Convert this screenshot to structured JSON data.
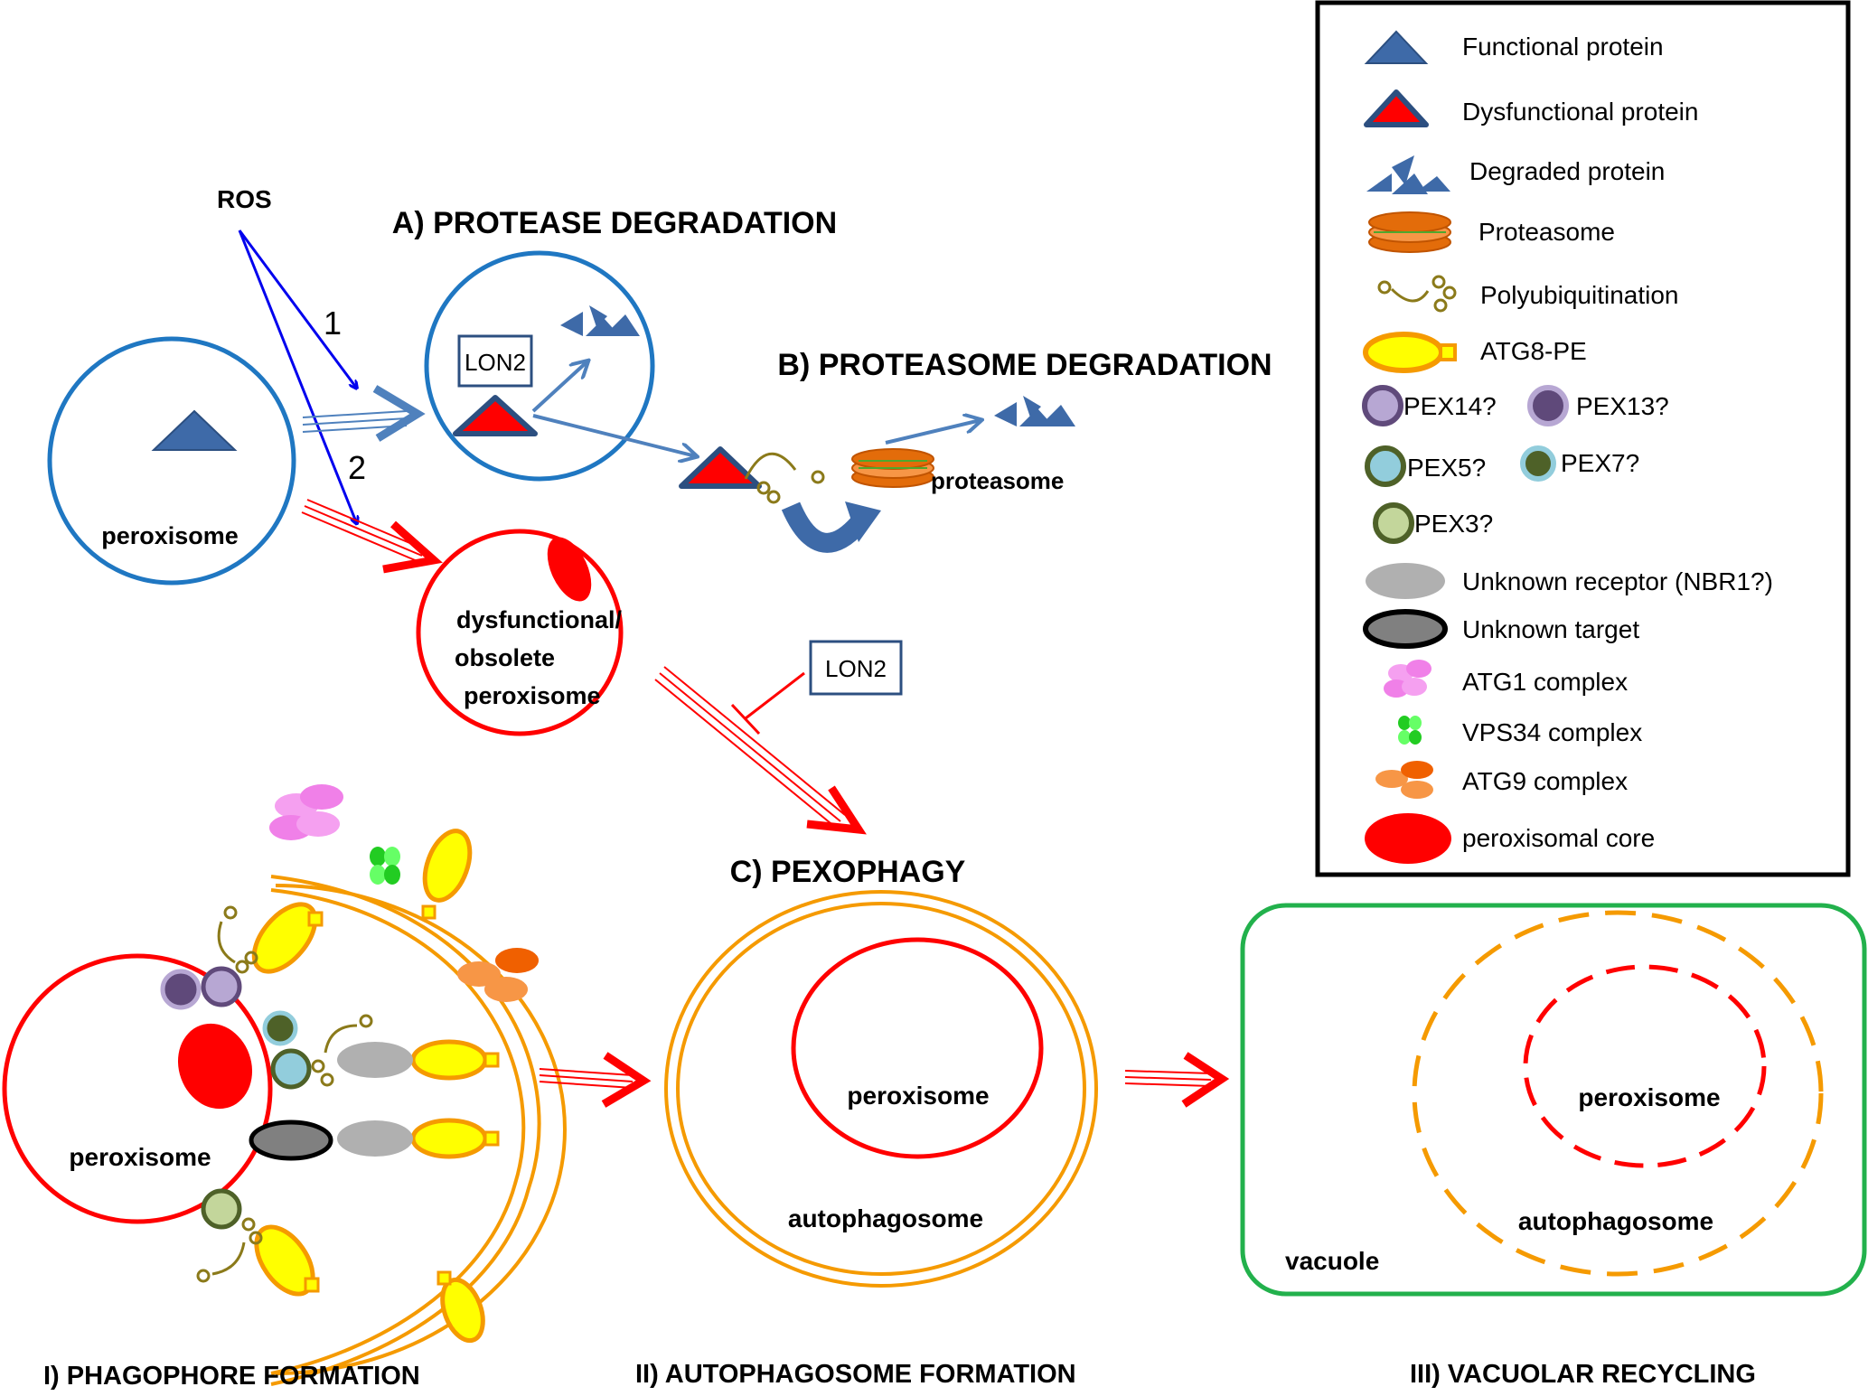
{
  "texts": {
    "ros": "ROS",
    "label_1": "1",
    "label_2": "2",
    "title_a": "A) PROTEASE DEGRADATION",
    "title_b": "B) PROTEASOME DEGRADATION",
    "title_c": "C) PEXOPHAGY",
    "lon2": "LON2",
    "peroxisome": "peroxisome",
    "dysfunctional_line1": "dysfunctional/",
    "dysfunctional_line2": "obsolete",
    "dysfunctional_line3": "peroxisome",
    "proteasome": "proteasome",
    "autophagosome": "autophagosome",
    "vacuole": "vacuole",
    "stage1": "I) PHAGOPHORE FORMATION",
    "stage2": "II) AUTOPHAGOSOME FORMATION",
    "stage3": "III) VACUOLAR RECYCLING"
  },
  "legend": [
    {
      "icon": "functional-protein-icon",
      "label": "Functional  protein"
    },
    {
      "icon": "dysfunctional-protein-icon",
      "label": "Dysfunctional protein"
    },
    {
      "icon": "degraded-protein-icon",
      "label": "Degraded protein"
    },
    {
      "icon": "proteasome-icon",
      "label": "Proteasome"
    },
    {
      "icon": "polyubiquitination-icon",
      "label": "Polyubiquitination"
    },
    {
      "icon": "atg8-pe-icon",
      "label": "ATG8-PE"
    },
    {
      "icon": "pex14-icon",
      "label": "PEX14?"
    },
    {
      "icon": "pex13-icon",
      "label": "PEX13?"
    },
    {
      "icon": "pex5-icon",
      "label": "PEX5?"
    },
    {
      "icon": "pex7-icon",
      "label": "PEX7?"
    },
    {
      "icon": "pex3-icon",
      "label": "PEX3?"
    },
    {
      "icon": "unknown-receptor-icon",
      "label": "Unknown  receptor  (NBR1?)"
    },
    {
      "icon": "unknown-target-icon",
      "label": "Unknown  target"
    },
    {
      "icon": "atg1-complex-icon",
      "label": "ATG1 complex"
    },
    {
      "icon": "vps34-complex-icon",
      "label": "VPS34  complex"
    },
    {
      "icon": "atg9-complex-icon",
      "label": "ATG9 complex"
    },
    {
      "icon": "peroxisomal-core-icon",
      "label": "peroxisomal core"
    }
  ],
  "colors": {
    "blue_outline": "#1f77c2",
    "protein_blue": "#3e6aa8",
    "arrow_blue": "#0000ee",
    "red": "#ff0000",
    "orange": "#f59a00",
    "green": "#22b14c",
    "yellow": "#ffff00"
  }
}
